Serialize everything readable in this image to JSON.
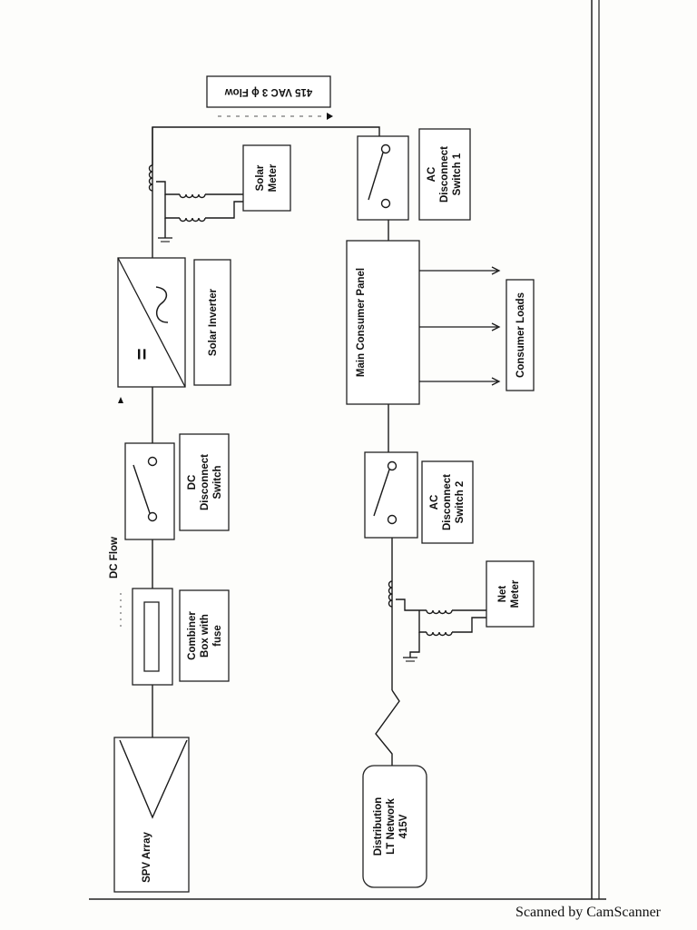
{
  "diagram": {
    "components": {
      "spv_array": "SPV Array",
      "combiner_box": [
        "Combiner",
        "Box with",
        "fuse"
      ],
      "dc_disconnect": [
        "DC",
        "Disconnect",
        "Switch"
      ],
      "solar_inverter": "Solar Inverter",
      "inverter_dc_symbol": "=",
      "solar_meter": [
        "Solar",
        "Meter"
      ],
      "ac_disconnect_1": [
        "AC",
        "Disconnect",
        "Switch 1"
      ],
      "main_consumer_panel": "Main Consumer Panel",
      "consumer_loads": "Consumer Loads",
      "ac_disconnect_2": [
        "AC",
        "Disconnect",
        "Switch 2"
      ],
      "net_meter": [
        "Net",
        "Meter"
      ],
      "distribution_network": [
        "Distribution",
        "LT Network",
        "415V"
      ]
    },
    "flows": {
      "dc_flow": "DC Flow",
      "ac_flow": "415 VAC 3 ϕ Flow"
    }
  },
  "footer": {
    "scanner_text": "Scanned by CamScanner"
  }
}
